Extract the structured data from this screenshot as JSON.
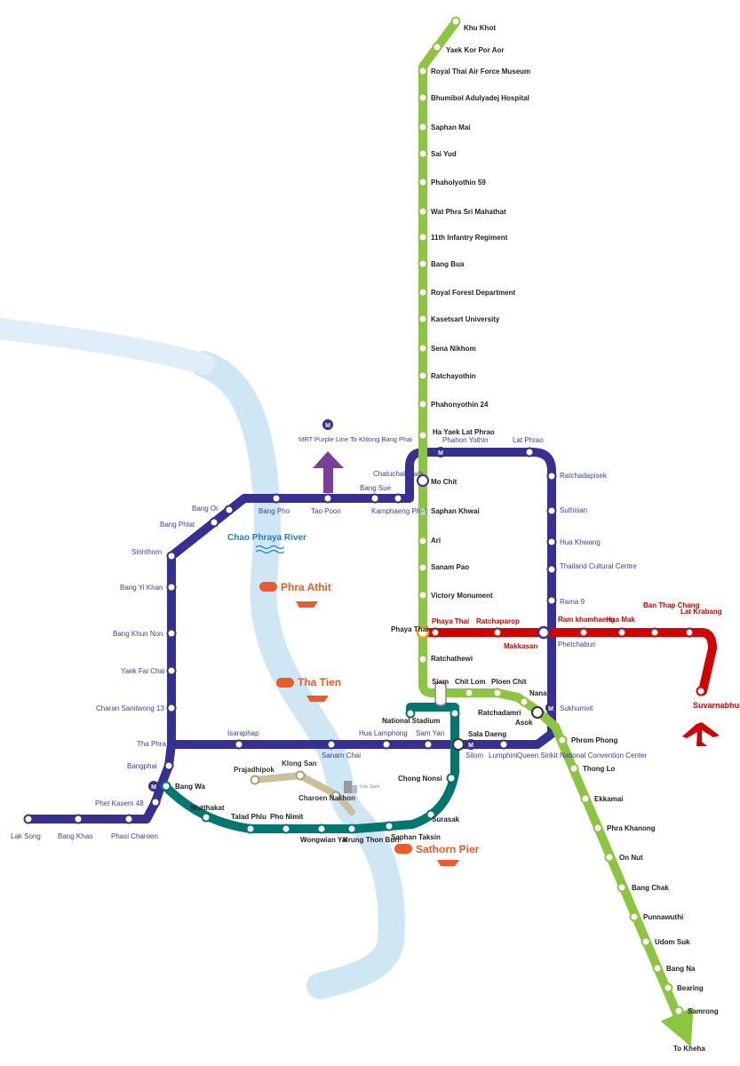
{
  "map": {
    "colors": {
      "green_line": "#8cc63f",
      "blue_line": "#363092",
      "red_line": "#d40000",
      "teal_line": "#00786f",
      "gold_line": "#c8c098",
      "purple_arrow": "#7b3f99",
      "river": "#cfe6f5",
      "pier": "#f05a28"
    },
    "green_line": {
      "terminus_south": "To Kheha",
      "stations": [
        "Khu Khot",
        "Yaek Kor Por Aor",
        "Royal Thai Air Force Museum",
        "Bhumibol Adulyadej Hospital",
        "Saphan Mai",
        "Sai Yud",
        "Phaholyothin 59",
        "Wat Phra Sri Mahathat",
        "11th Infantry Regiment",
        "Bang Bua",
        "Royal Forest Department",
        "Kasetsart University",
        "Sena Nikhom",
        "Ratchayothin",
        "Phahonyothin 24",
        "Ha Yaek Lat Phrao",
        "Mo Chit",
        "Saphan Khwai",
        "Ari",
        "Sanam Pao",
        "Victory Monument",
        "Phaya Thai",
        "Ratchathewi",
        "Siam",
        "Chit Lom",
        "Ploen Chit",
        "Nana",
        "Asok",
        "Phrom Phong",
        "Thong Lo",
        "Ekkamai",
        "Phra Khanong",
        "On Nut",
        "Bang Chak",
        "Punnawuthi",
        "Udom Suk",
        "Bang Na",
        "Bearing",
        "Samrong"
      ]
    },
    "silom_line": {
      "stations": [
        "National Stadium",
        "Ratchadamri",
        "Sala Daeng",
        "Chong Nonsi",
        "Surasak",
        "Saphan Taksin",
        "Krung Thon Buri",
        "Wongwian Yai",
        "Pho Nimit",
        "Talad Phlu",
        "Wutthakat",
        "Bang Wa"
      ]
    },
    "blue_line": {
      "stations": [
        "Phahon Yothin",
        "Lat Phrao",
        "Ratchadapisek",
        "Suthisan",
        "Hua Khwang",
        "Thailand Cultural Centre",
        "Rama 9",
        "Phetchaburi",
        "Sukhumvit",
        "Queen Sirikit National Convention Center",
        "Lumphini",
        "Silom",
        "Sam Yan",
        "Hua Lamphong",
        "Sanam Chai",
        "Isaraphap",
        "Tha Phra",
        "Charan Sanitwong 13",
        "Yaek Fai Chai",
        "Bang Khun Non",
        "Bang Yi Khan",
        "Sirinthorn",
        "Bang Phlat",
        "Bang Or",
        "Bang Pho",
        "Tao Poon",
        "Bang Sue",
        "Kamphaeng Phet",
        "Chatuchak Park",
        "Bangphai",
        "Phet Kasem 48",
        "Phasi Charoen",
        "Bang Khao",
        "Lak Song"
      ],
      "branch_note": "MRT Purple Line To Khlong Bang Phai"
    },
    "airport_link": {
      "stations": [
        "Phaya Thai",
        "Ratchaparop",
        "Makkasan",
        "Ram khamhaeng",
        "Hua Mak",
        "Ban Thap Chang",
        "Lat Krabang",
        "Suvarnabhumi Airport"
      ]
    },
    "gold_line": {
      "stations": [
        "Prajadhipok",
        "Klong San",
        "Charoen Nakhon"
      ],
      "landmark": "Icon Siam"
    },
    "river": {
      "name": "Chao Phraya River"
    },
    "piers": [
      "Phra Athit",
      "Tha Tien",
      "Sathorn Pier"
    ]
  }
}
